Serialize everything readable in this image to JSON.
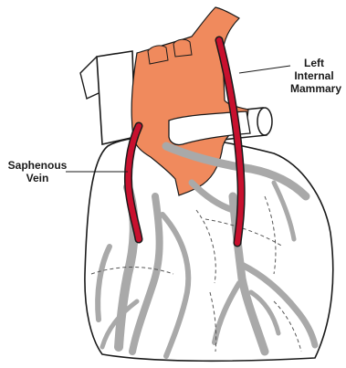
{
  "labels": {
    "lima_line1": "Left",
    "lima_line2": "Internal",
    "lima_line3": "Mammary",
    "saph_line1": "Saphenous",
    "saph_line2": "Vein"
  },
  "colors": {
    "aorta": "#f08a5d",
    "graft": "#c8102e",
    "vessel": "#a9a9a9",
    "outline": "#1a1a1a",
    "background": "#ffffff"
  }
}
